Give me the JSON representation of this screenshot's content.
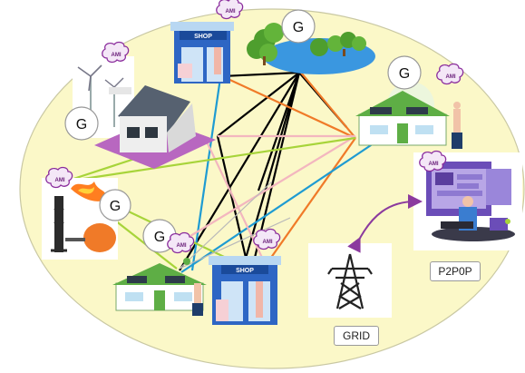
{
  "generator_symbol": "G",
  "meter_tag": "AMI",
  "labels": {
    "grid": "GRID",
    "p2p": "P2P0P"
  },
  "shop_sign": "SHOP",
  "colors": {
    "ellipse_fill": "#fbf8c8",
    "ellipse_stroke": "#c9c8a3",
    "black_link": "#000000",
    "orange_link": "#f07a28",
    "blue_link": "#1e9bd2",
    "pink_link": "#f3b6bf",
    "green_link": "#a7d43a",
    "shop_blue": "#2e66c4",
    "meter_purple": "#8a2c9c",
    "house_green": "#5eae45",
    "pond_blue": "#3a97e0",
    "tree_green": "#4e9e2e",
    "curve_purple": "#8b3a9e"
  }
}
